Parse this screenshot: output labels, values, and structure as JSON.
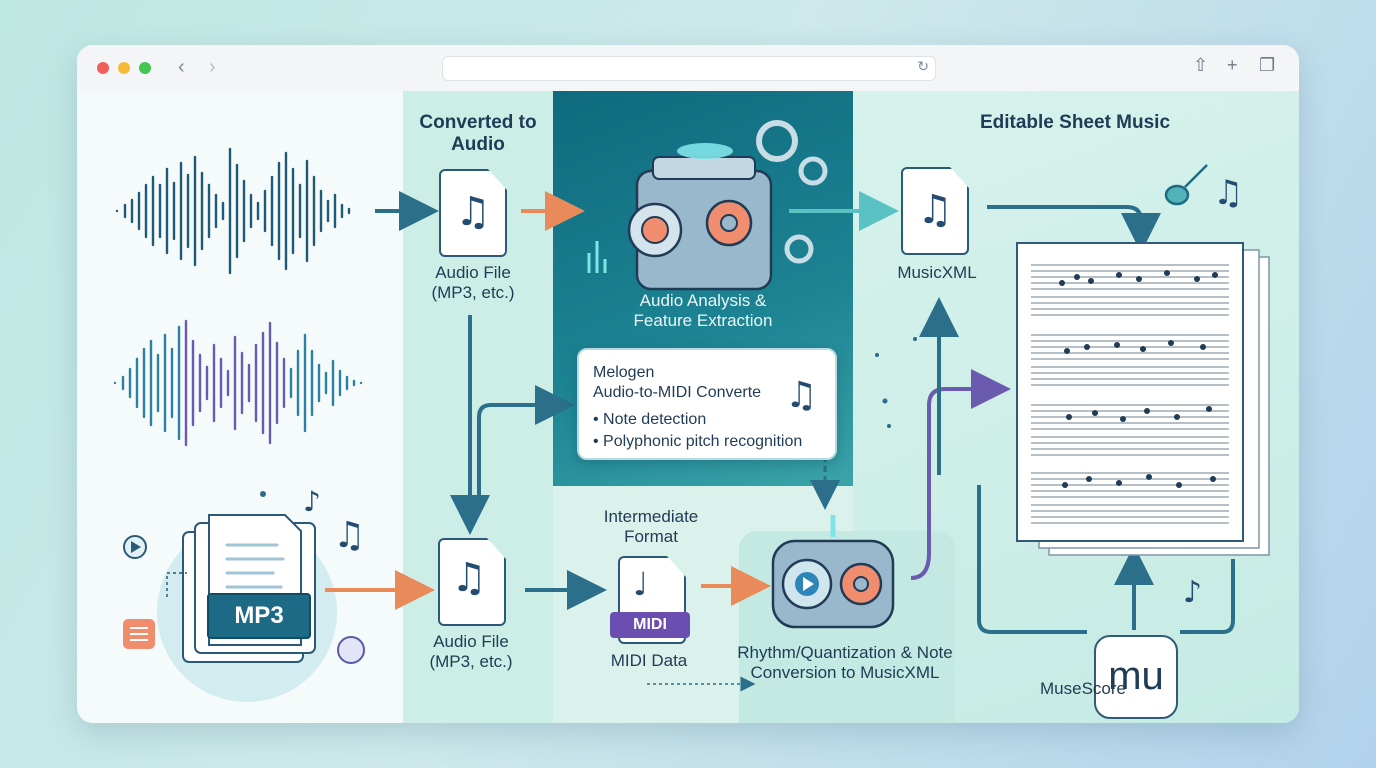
{
  "window": {
    "reload_icon": "reload-icon",
    "share_icon": "share-icon",
    "new_tab_icon": "plus-icon",
    "tabs_icon": "tabs-icon"
  },
  "labels": {
    "converted_to_audio": "Converted to Audio",
    "audio_file_top": "Audio File (MP3, etc.)",
    "audio_file_bottom": "Audio File (MP3, etc.)",
    "analysis": "Audio Analysis & Feature Extraction",
    "musicxml": "MusicXML",
    "editable_sheet_music": "Editable Sheet Music",
    "intermediate_format": "Intermediate Format",
    "midi_data": "MIDI Data",
    "rhythm": "Rhythm/Quantization & Note Conversion to MusicXML",
    "musescore": "MuseScore",
    "mp3_badge": "MP3",
    "midi_badge": "MIDI",
    "musescore_logo": "mu"
  },
  "converter": {
    "title_line1": "Melogen",
    "title_line2": "Audio-to-MIDI Converte",
    "bullet1": "• Note detection",
    "bullet2": "• Polyphonic pitch recognition"
  },
  "colors": {
    "dark_teal": "#0f6a7e",
    "arrow_teal": "#2b6f8a",
    "arrow_orange": "#e88a5a",
    "arrow_purple": "#6a5bb0",
    "midi_purple": "#6a4fb0"
  }
}
